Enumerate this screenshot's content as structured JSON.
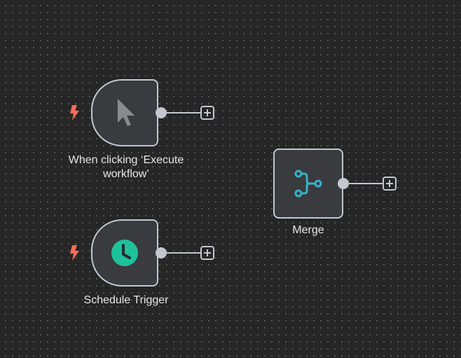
{
  "canvas": {
    "nodes": [
      {
        "id": "manual-trigger",
        "label": "When clicking ‘Execute workflow’",
        "icon": "cursor-icon",
        "is_trigger": true
      },
      {
        "id": "schedule-trigger",
        "label": "Schedule Trigger",
        "icon": "clock-icon",
        "is_trigger": true
      },
      {
        "id": "merge",
        "label": "Merge",
        "icon": "merge-icon",
        "is_trigger": false
      }
    ]
  },
  "colors": {
    "canvas_background": "#262626",
    "node_fill": "#3a3b3e",
    "node_border": "#c4c7cf",
    "trigger_bolt": "#ff6d5a",
    "clock_green": "#1fc19b",
    "merge_teal": "#38b2c9",
    "label_text": "#e6e6e6"
  }
}
